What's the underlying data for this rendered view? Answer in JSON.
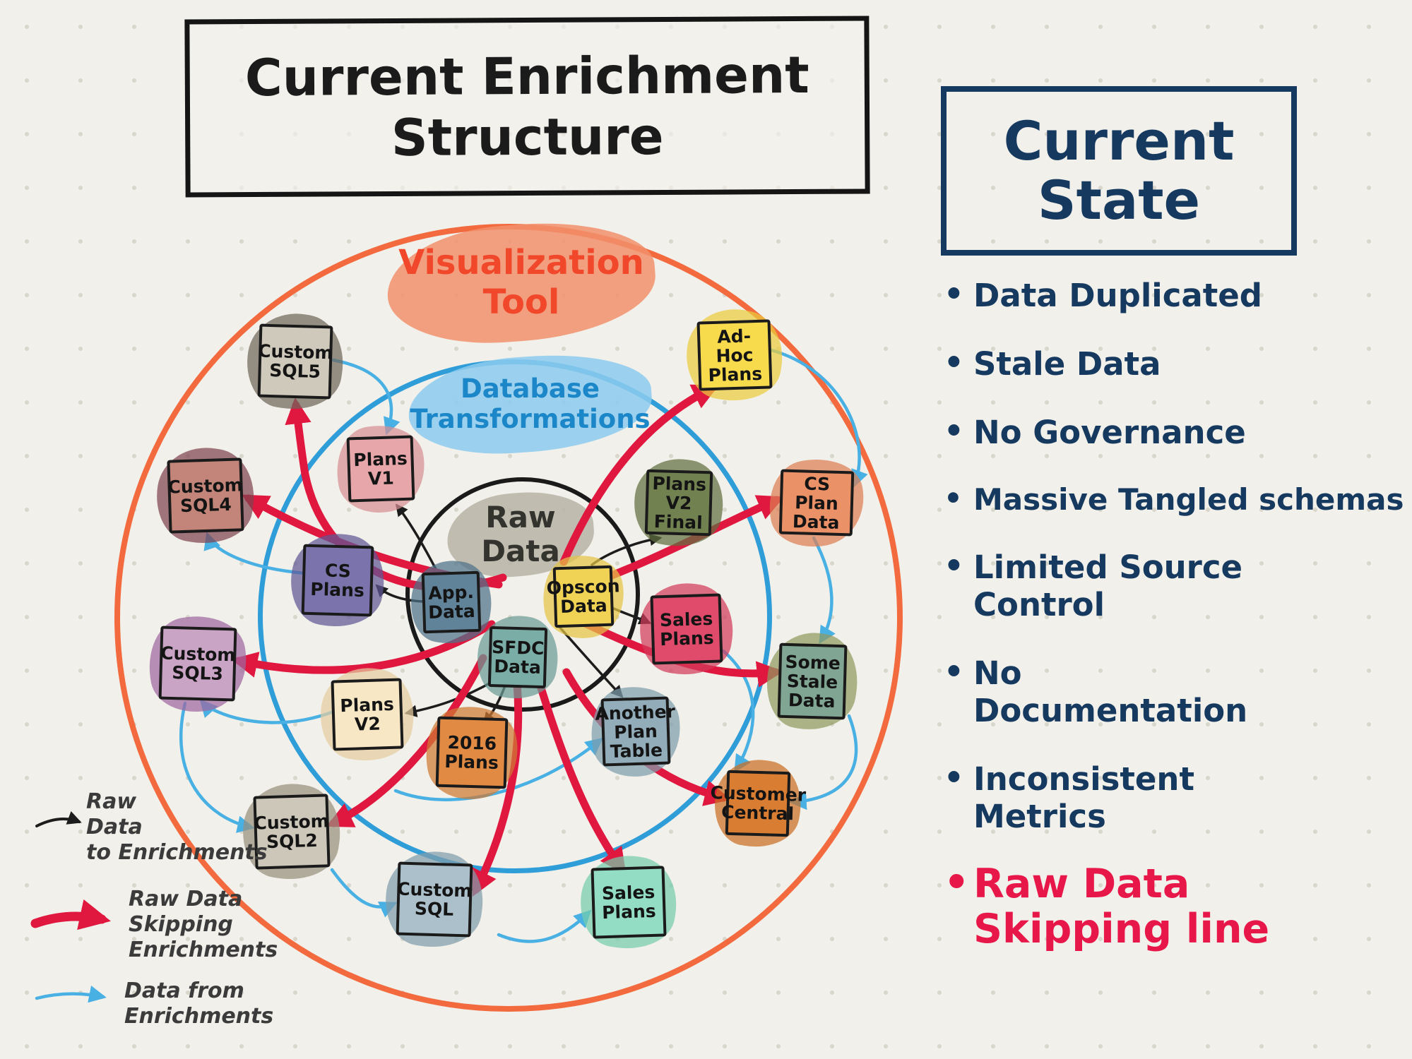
{
  "title": "Current Enrichment\nStructure",
  "right_panel": {
    "title": "Current\nState",
    "bullets": [
      {
        "label": "Data Duplicated",
        "color": "#16395f"
      },
      {
        "label": "Stale Data",
        "color": "#16395f"
      },
      {
        "label": "No Governance",
        "color": "#16395f"
      },
      {
        "label": "Massive Tangled schemas",
        "color": "#16395f"
      },
      {
        "label": "Limited Source\nControl",
        "color": "#16395f"
      },
      {
        "label": "No\nDocumentation",
        "color": "#16395f"
      },
      {
        "label": "Inconsistent\nMetrics",
        "color": "#16395f"
      },
      {
        "label": "Raw Data\nSkipping line",
        "color": "#e8174a"
      }
    ]
  },
  "diagram": {
    "rings": [
      {
        "id": "visualization-tool",
        "label": "Visualization\nTool",
        "ring_color": "#f26a3e",
        "label_color": "#f1472a",
        "blob_color": "#f2906c"
      },
      {
        "id": "database-transformations",
        "label": "Database\nTransformations",
        "ring_color": "#2f9dd8",
        "label_color": "#1b86c8",
        "blob_color": "#8ccbee"
      },
      {
        "id": "raw-data",
        "label": "Raw\nData",
        "ring_color": "#1a1a1a",
        "label_color": "#34342f",
        "blob_color": "#b7b3a6"
      }
    ],
    "nodes": [
      {
        "id": "custom-sql5",
        "label": "Custom\nSQL5",
        "box_color": "#cfc9bc",
        "blob_color": "#6e675a"
      },
      {
        "id": "custom-sql4",
        "label": "Custom\nSQL4",
        "box_color": "#c38579",
        "blob_color": "#7f4450"
      },
      {
        "id": "custom-sql3",
        "label": "Custom\nSQL3",
        "box_color": "#c9a4c5",
        "blob_color": "#9e66a0"
      },
      {
        "id": "custom-sql2",
        "label": "Custom\nSQL2",
        "box_color": "#ccc7b9",
        "blob_color": "#97907e"
      },
      {
        "id": "custom-sql",
        "label": "Custom\nSQL",
        "box_color": "#abc0ca",
        "blob_color": "#7f9dac"
      },
      {
        "id": "plans-v1",
        "label": "Plans\nV1",
        "box_color": "#e7a6a9",
        "blob_color": "#d78f94"
      },
      {
        "id": "cs-plans",
        "label": "CS\nPlans",
        "box_color": "#7b74ac",
        "blob_color": "#5e5795"
      },
      {
        "id": "plans-v2",
        "label": "Plans\nV2",
        "box_color": "#f7e7c5",
        "blob_color": "#e4cc9f"
      },
      {
        "id": "2016-plans",
        "label": "2016\nPlans",
        "box_color": "#e08a43",
        "blob_color": "#cf7a33"
      },
      {
        "id": "app-data",
        "label": "App.\nData",
        "box_color": "#60839a",
        "blob_color": "#4e7189"
      },
      {
        "id": "sfdc-data",
        "label": "SFDC\nData",
        "box_color": "#7bada7",
        "blob_color": "#699b95"
      },
      {
        "id": "opscon-data",
        "label": "Opscon\nData",
        "box_color": "#f0d355",
        "blob_color": "#e3c345"
      },
      {
        "id": "plans-v2-final",
        "label": "Plans\nV2 Final",
        "box_color": "#718150",
        "blob_color": "#5f6f40"
      },
      {
        "id": "ad-hoc-plans",
        "label": "Ad-Hoc\nPlans",
        "box_color": "#f7db4d",
        "blob_color": "#eacc3d"
      },
      {
        "id": "cs-plan-data",
        "label": "CS\nPlan Data",
        "box_color": "#eb9167",
        "blob_color": "#db7e53"
      },
      {
        "id": "sales-plans-red",
        "label": "Sales\nPlans",
        "box_color": "#e04b6b",
        "blob_color": "#d13b5b"
      },
      {
        "id": "some-stale-data",
        "label": "Some\nStale\nData",
        "box_color": "#80a592",
        "blob_color": "#8f9a60"
      },
      {
        "id": "another-plan-table",
        "label": "Another\nPlan\nTable",
        "box_color": "#93acb9",
        "blob_color": "#7e9ead"
      },
      {
        "id": "customer-central",
        "label": "Customer\nCentral",
        "box_color": "#d97d32",
        "blob_color": "#c96d22"
      },
      {
        "id": "sales-plans-teal",
        "label": "Sales\nPlans",
        "box_color": "#93ddc4",
        "blob_color": "#75cdac"
      }
    ]
  },
  "legend": {
    "items": [
      {
        "label": "Raw\nData\nto Enrichments",
        "arrow": "black-thin-arrow"
      },
      {
        "label": "Raw Data\nSkipping\nEnrichments",
        "arrow": "red-thick-arrow"
      },
      {
        "label": "Data from\nEnrichments",
        "arrow": "blue-thin-arrow"
      }
    ]
  },
  "colors": {
    "background": "#f2f0ea",
    "dot_grid": "#d9d6cc",
    "title_text": "#1b1b1b",
    "navy": "#16395f",
    "red_text": "#e8174a",
    "red_arrow": "#e0173f",
    "blue_arrow": "#49b0e4",
    "black_arrow": "#1c1c1c",
    "orange_ring": "#f26a3e",
    "blue_ring": "#2f9dd8",
    "black_ring": "#1a1a1a"
  }
}
